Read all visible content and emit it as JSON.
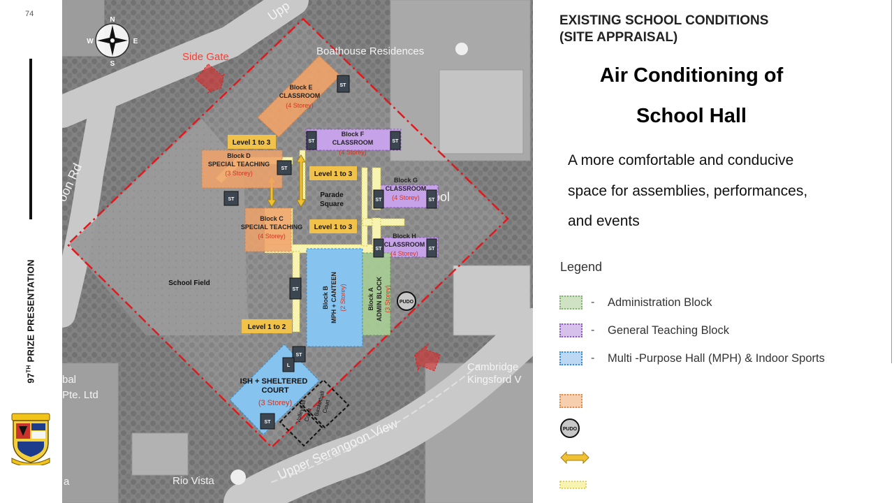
{
  "slide": {
    "page_number": "74",
    "side_label": "PRIZE PRESENTATION",
    "side_label_prefix": "97",
    "side_label_sup": "TH"
  },
  "heading": {
    "line1": "EXISTING SCHOOL CONDITIONS",
    "line2": "(SITE APPRAISAL)"
  },
  "title": {
    "line1": "Air Conditioning of",
    "line2": "School Hall"
  },
  "description": {
    "line1": "A more comfortable and conducive",
    "line2": "space for assemblies, performances,",
    "line3": "and events"
  },
  "legend": {
    "title": "Legend",
    "items": [
      {
        "label": "Administration Block",
        "color": "#7fb26a",
        "fill": "#cfe3c4"
      },
      {
        "label": "General Teaching Block",
        "color": "#8e58c4",
        "fill": "#d6c1ea"
      },
      {
        "label": "Multi -Purpose Hall (MPH) & Indoor Sports",
        "color": "#2f8fd6",
        "fill": "#bcd8f2"
      },
      {
        "label": "",
        "color": "#e08a4a",
        "fill": "#f6cfae"
      }
    ],
    "pudo_icon": "pudo-icon",
    "arrow_icon": "double-arrow-icon",
    "walkway_icon": "covered-walkway-icon"
  },
  "map": {
    "compass": {
      "n": "N",
      "s": "S",
      "e": "E",
      "w": "W"
    },
    "road_labels": {
      "upper_serangoon_view": "Upper Serangoon View",
      "rd": "oon Rd",
      "upp": "Upp"
    },
    "place_labels": {
      "boathouse": "Boathouse Residences",
      "cambridge1": "Cambridge",
      "cambridge2": "Kingsford V",
      "rio_vista": "Rio Vista",
      "school": "School",
      "pte1": "bal",
      "pte2": "Pte. Ltd",
      "a": "a"
    },
    "side_gate": "Side Gate",
    "blocks": {
      "e": {
        "name": "Block E",
        "type": "CLASSROOM",
        "storey": "(4 Storey)"
      },
      "f": {
        "name": "Block F",
        "type": "CLASSROOM",
        "storey": "(4 Storey)"
      },
      "d": {
        "name": "Block D",
        "type": "SPECIAL TEACHING",
        "storey": "(3 Storey)"
      },
      "g": {
        "name": "Block G",
        "type": "CLASSROOM",
        "storey": "(4 Storey)"
      },
      "c": {
        "name": "Block C",
        "type": "SPECIAL TEACHING",
        "storey": "(4 Storey)"
      },
      "h": {
        "name": "Block H",
        "type": "CLASSROOM",
        "storey": "(4 Storey)"
      },
      "b": {
        "name": "Block B",
        "type": "MPH + CANTEEN",
        "storey": "(2 Storey)"
      },
      "a": {
        "name": "Block A",
        "type": "ADMIN BLOCK",
        "storey": "(3 Storey)"
      },
      "ish": {
        "name": "ISH + SHELTERED",
        "type": "COURT",
        "storey": "(3 Storey)"
      }
    },
    "level_labels": {
      "l1": "Level 1 to 3",
      "l2": "Level 1 to 3",
      "l3": "Level 1 to 3",
      "l4": "Level 1 to 2"
    },
    "parade_square": {
      "line1": "Parade",
      "line2": "Square"
    },
    "school_field": "School Field",
    "pudo": "PUDO",
    "stair": "ST",
    "lift": "L",
    "courts": {
      "volleyball1": "Volleyball",
      "volleyball2": "Court",
      "basketball1": "Basketball",
      "basketball2": "Court"
    }
  }
}
